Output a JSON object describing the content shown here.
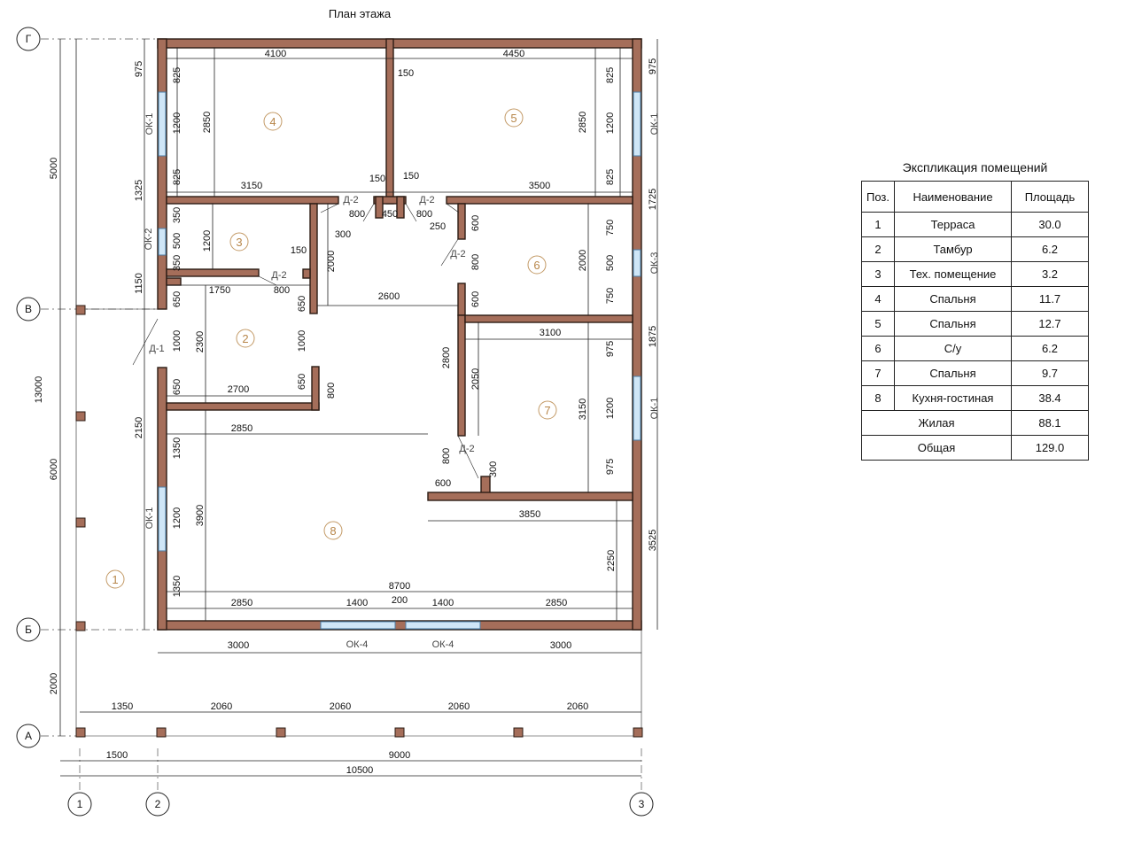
{
  "plan_title": "План этажа",
  "axes": {
    "g": "Г",
    "v": "В",
    "b": "Б",
    "a": "А",
    "one": "1",
    "two": "2",
    "three": "3"
  },
  "room_numbers": [
    "1",
    "2",
    "3",
    "4",
    "5",
    "6",
    "7",
    "8"
  ],
  "openings": {
    "ok1": "ОК-1",
    "ok2": "ОК-2",
    "ok3": "ОК-3",
    "ok4": "ОК-4",
    "d1": "Д-1",
    "d2": "Д-2"
  },
  "dims": {
    "d975": "975",
    "d825": "825",
    "d1200": "1200",
    "d1325": "1325",
    "d350": "350",
    "d500": "500",
    "d1150": "1150",
    "d650": "650",
    "d1000": "1000",
    "d2150": "2150",
    "d1350": "1350",
    "d5000": "5000",
    "d13000": "13000",
    "d6000": "6000",
    "d2000": "2000",
    "d4100": "4100",
    "d4450": "4450",
    "d150": "150",
    "d2850": "2850",
    "d3150": "3150",
    "d3500": "3500",
    "d800": "800",
    "d450": "450",
    "d250": "250",
    "d300": "300",
    "d600": "600",
    "d750": "750",
    "d1725": "1725",
    "d1875": "1875",
    "d3525": "3525",
    "d1750": "1750",
    "d2300": "2300",
    "d2600": "2600",
    "d2700": "2700",
    "d3100": "3100",
    "d2800": "2800",
    "d2050": "2050",
    "d3900": "3900",
    "d3850": "3850",
    "d2250": "2250",
    "d8700": "8700",
    "d1400": "1400",
    "d200": "200",
    "d3000": "3000",
    "d2060": "2060",
    "d1500": "1500",
    "d9000": "9000",
    "d10500": "10500"
  },
  "explication": {
    "title": "Экспликация помещений",
    "headers": [
      "Поз.",
      "Наименование",
      "Площадь"
    ],
    "rows": [
      {
        "pos": "1",
        "name": "Терраса",
        "area": "30.0"
      },
      {
        "pos": "2",
        "name": "Тамбур",
        "area": "6.2"
      },
      {
        "pos": "3",
        "name": "Тех. помещение",
        "area": "3.2"
      },
      {
        "pos": "4",
        "name": "Спальня",
        "area": "11.7"
      },
      {
        "pos": "5",
        "name": "Спальня",
        "area": "12.7"
      },
      {
        "pos": "6",
        "name": "С/у",
        "area": "6.2"
      },
      {
        "pos": "7",
        "name": "Спальня",
        "area": "9.7"
      },
      {
        "pos": "8",
        "name": "Кухня-гостиная",
        "area": "38.4"
      }
    ],
    "living_label": "Жилая",
    "living_area": "88.1",
    "total_label": "Общая",
    "total_area": "129.0"
  },
  "colors": {
    "wall": "#a56e5a",
    "window": "#cfe6f7",
    "room_number": "#b7864a"
  }
}
